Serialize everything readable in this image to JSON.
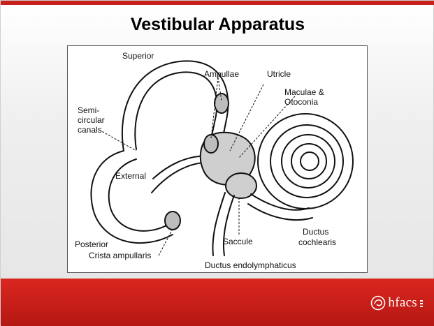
{
  "slide": {
    "title": "Vestibular Apparatus"
  },
  "diagram": {
    "labels": {
      "superior": "Superior",
      "ampullae": "Ampullae",
      "utricle": "Utricle",
      "maculae_1": "Maculae &",
      "maculae_2": "Otoconia",
      "semi_1": "Semi-",
      "semi_2": "circular",
      "semi_3": "canals",
      "external": "External",
      "posterior": "Posterior",
      "crista": "Crista ampullaris",
      "saccule": "Saccule",
      "ductus_cochlearis_1": "Ductus",
      "ductus_cochlearis_2": "cochlearis",
      "ductus_endolymphaticus": "Ductus endolymphaticus"
    }
  },
  "footer": {
    "logo_text": "hfacs",
    "logo_icon": "swirl-logo-icon",
    "brand_color": "#c8201c"
  }
}
